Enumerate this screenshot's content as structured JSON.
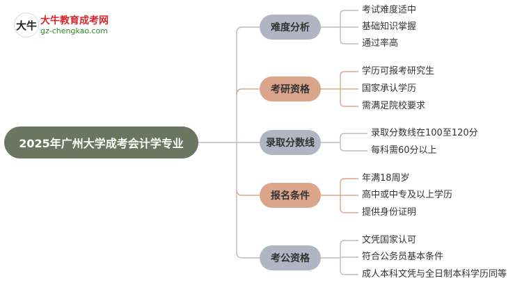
{
  "logo": {
    "mark_text": "大牛",
    "name": "大牛教育成考网",
    "url": "gz-chengkao.com"
  },
  "root": {
    "label": "2025年广州大学成考会计学专业"
  },
  "branches": [
    {
      "label": "难度分析",
      "leaves": [
        "考试难度适中",
        "基础知识掌握",
        "通过率高"
      ]
    },
    {
      "label": "考研资格",
      "leaves": [
        "学历可报考研究生",
        "国家承认学历",
        "需满足院校要求"
      ]
    },
    {
      "label": "录取分数线",
      "leaves": [
        "录取分数线在100至120分",
        "每科需60分以上"
      ]
    },
    {
      "label": "报名条件",
      "leaves": [
        "年满18周岁",
        "高中或中专及以上学历",
        "提供身份证明"
      ]
    },
    {
      "label": "考公资格",
      "leaves": [
        "文凭国家认可",
        "符合公务员基本条件",
        "成人本科文凭与全日制本科学历同等"
      ]
    }
  ],
  "colors": {
    "root": "#6b7660",
    "branch_gray": "#b1b4c2",
    "branch_peach": "#dba58c",
    "line_gray": "#b8bbc7",
    "line_peach": "#dba58c"
  }
}
